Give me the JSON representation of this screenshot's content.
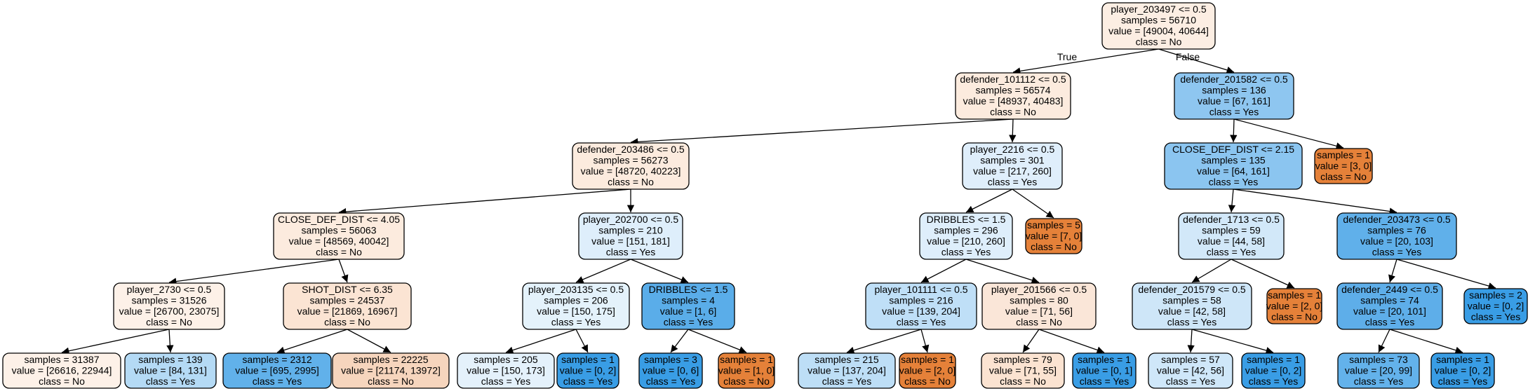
{
  "tree": {
    "edge_labels": {
      "true_label": "True",
      "false_label": "False"
    },
    "nodes": [
      {
        "id": "n0",
        "fill": "#fceee3",
        "lines": [
          "player_203497 <= 0.5",
          "samples = 56710",
          "value = [49004, 40644]",
          "class = No"
        ]
      },
      {
        "id": "n1",
        "fill": "#fcebde",
        "lines": [
          "defender_101112 <= 0.5",
          "samples = 56574",
          "value = [48937, 40483]",
          "class = No"
        ]
      },
      {
        "id": "n2",
        "fill": "#8ec6f0",
        "lines": [
          "defender_201582 <= 0.5",
          "samples = 136",
          "value = [67, 161]",
          "class = Yes"
        ]
      },
      {
        "id": "n3",
        "fill": "#fcebde",
        "lines": [
          "defender_203486 <= 0.5",
          "samples = 56273",
          "value = [48720, 40223]",
          "class = No"
        ]
      },
      {
        "id": "n4",
        "fill": "#dfeefb",
        "lines": [
          "player_2216 <= 0.5",
          "samples = 301",
          "value = [217, 260]",
          "class = Yes"
        ]
      },
      {
        "id": "n5",
        "fill": "#8bc5f0",
        "lines": [
          "CLOSE_DEF_DIST <= 2.15",
          "samples = 135",
          "value = [64, 161]",
          "class = Yes"
        ]
      },
      {
        "id": "n6",
        "fill": "#e58139",
        "lines": [
          "samples = 1",
          "value = [3, 0]",
          "class = No"
        ]
      },
      {
        "id": "n7",
        "fill": "#fcebde",
        "lines": [
          "CLOSE_DEF_DIST <= 4.05",
          "samples = 56063",
          "value = [48569, 40042]",
          "class = No"
        ]
      },
      {
        "id": "n8",
        "fill": "#deeefb",
        "lines": [
          "player_202700 <= 0.5",
          "samples = 210",
          "value = [151, 181]",
          "class = Yes"
        ]
      },
      {
        "id": "n9",
        "fill": "#deeefb",
        "lines": [
          "DRIBBLES <= 1.5",
          "samples = 296",
          "value = [210, 260]",
          "class = Yes"
        ]
      },
      {
        "id": "n10",
        "fill": "#e58139",
        "lines": [
          "samples = 5",
          "value = [7, 0]",
          "class = No"
        ]
      },
      {
        "id": "n11",
        "fill": "#d2e8f9",
        "lines": [
          "defender_1713 <= 0.5",
          "samples = 59",
          "value = [44, 58]",
          "class = Yes"
        ]
      },
      {
        "id": "n12",
        "fill": "#60b0ea",
        "lines": [
          "defender_203473 <= 0.5",
          "samples = 76",
          "value = [20, 103]",
          "class = Yes"
        ]
      },
      {
        "id": "n13",
        "fill": "#fdf1e8",
        "lines": [
          "player_2730 <= 0.5",
          "samples = 31526",
          "value = [26700, 23075]",
          "class = No"
        ]
      },
      {
        "id": "n14",
        "fill": "#fbe4d3",
        "lines": [
          "SHOT_DIST <= 6.35",
          "samples = 24537",
          "value = [21869, 16967]",
          "class = No"
        ]
      },
      {
        "id": "n15",
        "fill": "#e4f2fb",
        "lines": [
          "player_203135 <= 0.5",
          "samples = 206",
          "value = [150, 175]",
          "class = Yes"
        ]
      },
      {
        "id": "n16",
        "fill": "#5aade9",
        "lines": [
          "DRIBBLES <= 1.5",
          "samples = 4",
          "value = [1, 6]",
          "class = Yes"
        ]
      },
      {
        "id": "n17",
        "fill": "#bfdff7",
        "lines": [
          "player_101111 <= 0.5",
          "samples = 216",
          "value = [139, 204]",
          "class = Yes"
        ]
      },
      {
        "id": "n18",
        "fill": "#fae6d8",
        "lines": [
          "player_201566 <= 0.5",
          "samples = 80",
          "value = [71, 56]",
          "class = No"
        ]
      },
      {
        "id": "n19",
        "fill": "#cee6f8",
        "lines": [
          "defender_201579 <= 0.5",
          "samples = 58",
          "value = [42, 58]",
          "class = Yes"
        ]
      },
      {
        "id": "n20",
        "fill": "#e58139",
        "lines": [
          "samples = 1",
          "value = [2, 0]",
          "class = No"
        ]
      },
      {
        "id": "n21",
        "fill": "#5eaee9",
        "lines": [
          "defender_2449 <= 0.5",
          "samples = 74",
          "value = [20, 101]",
          "class = Yes"
        ]
      },
      {
        "id": "n22",
        "fill": "#399de5",
        "lines": [
          "samples = 2",
          "value = [0, 2]",
          "class = Yes"
        ]
      },
      {
        "id": "n23",
        "fill": "#fdf1e8",
        "lines": [
          "samples = 31387",
          "value = [26616, 22944]",
          "class = No"
        ]
      },
      {
        "id": "n24",
        "fill": "#b4daf5",
        "lines": [
          "samples = 139",
          "value = [84, 131]",
          "class = Yes"
        ]
      },
      {
        "id": "n25",
        "fill": "#61b1ea",
        "lines": [
          "samples = 2312",
          "value = [695, 2995]",
          "class = Yes"
        ]
      },
      {
        "id": "n26",
        "fill": "#f6d5bd",
        "lines": [
          "samples = 22225",
          "value = [21174, 13972]",
          "class = No"
        ]
      },
      {
        "id": "n27",
        "fill": "#e4f1fb",
        "lines": [
          "samples = 205",
          "value = [150, 173]",
          "class = Yes"
        ]
      },
      {
        "id": "n28",
        "fill": "#399de5",
        "lines": [
          "samples = 1",
          "value = [0, 2]",
          "class = Yes"
        ]
      },
      {
        "id": "n29",
        "fill": "#399de5",
        "lines": [
          "samples = 3",
          "value = [0, 6]",
          "class = Yes"
        ]
      },
      {
        "id": "n30",
        "fill": "#e58139",
        "lines": [
          "samples = 1",
          "value = [1, 0]",
          "class = No"
        ]
      },
      {
        "id": "n31",
        "fill": "#bddef6",
        "lines": [
          "samples = 215",
          "value = [137, 204]",
          "class = Yes"
        ]
      },
      {
        "id": "n32",
        "fill": "#e58139",
        "lines": [
          "samples = 1",
          "value = [2, 0]",
          "class = No"
        ]
      },
      {
        "id": "n33",
        "fill": "#fbe3d1",
        "lines": [
          "samples = 79",
          "value = [71, 55]",
          "class = No"
        ]
      },
      {
        "id": "n34",
        "fill": "#399de5",
        "lines": [
          "samples = 1",
          "value = [0, 1]",
          "class = Yes"
        ]
      },
      {
        "id": "n35",
        "fill": "#cfe7f9",
        "lines": [
          "samples = 57",
          "value = [42, 56]",
          "class = Yes"
        ]
      },
      {
        "id": "n36",
        "fill": "#399de5",
        "lines": [
          "samples = 1",
          "value = [0, 2]",
          "class = Yes"
        ]
      },
      {
        "id": "n37",
        "fill": "#63b2eb",
        "lines": [
          "samples = 73",
          "value = [20, 99]",
          "class = Yes"
        ]
      },
      {
        "id": "n38",
        "fill": "#399de5",
        "lines": [
          "samples = 1",
          "value = [0, 2]",
          "class = Yes"
        ]
      }
    ],
    "edges": [
      [
        "n0",
        "n1"
      ],
      [
        "n0",
        "n2"
      ],
      [
        "n1",
        "n3"
      ],
      [
        "n1",
        "n4"
      ],
      [
        "n2",
        "n5"
      ],
      [
        "n2",
        "n6"
      ],
      [
        "n3",
        "n7"
      ],
      [
        "n3",
        "n8"
      ],
      [
        "n4",
        "n9"
      ],
      [
        "n4",
        "n10"
      ],
      [
        "n5",
        "n11"
      ],
      [
        "n5",
        "n12"
      ],
      [
        "n7",
        "n13"
      ],
      [
        "n7",
        "n14"
      ],
      [
        "n8",
        "n15"
      ],
      [
        "n8",
        "n16"
      ],
      [
        "n9",
        "n17"
      ],
      [
        "n9",
        "n18"
      ],
      [
        "n11",
        "n19"
      ],
      [
        "n11",
        "n20"
      ],
      [
        "n12",
        "n21"
      ],
      [
        "n12",
        "n22"
      ],
      [
        "n13",
        "n23"
      ],
      [
        "n13",
        "n24"
      ],
      [
        "n14",
        "n25"
      ],
      [
        "n14",
        "n26"
      ],
      [
        "n15",
        "n27"
      ],
      [
        "n15",
        "n28"
      ],
      [
        "n16",
        "n29"
      ],
      [
        "n16",
        "n30"
      ],
      [
        "n17",
        "n31"
      ],
      [
        "n17",
        "n32"
      ],
      [
        "n18",
        "n33"
      ],
      [
        "n18",
        "n34"
      ],
      [
        "n19",
        "n35"
      ],
      [
        "n19",
        "n36"
      ],
      [
        "n21",
        "n37"
      ],
      [
        "n21",
        "n38"
      ]
    ]
  }
}
